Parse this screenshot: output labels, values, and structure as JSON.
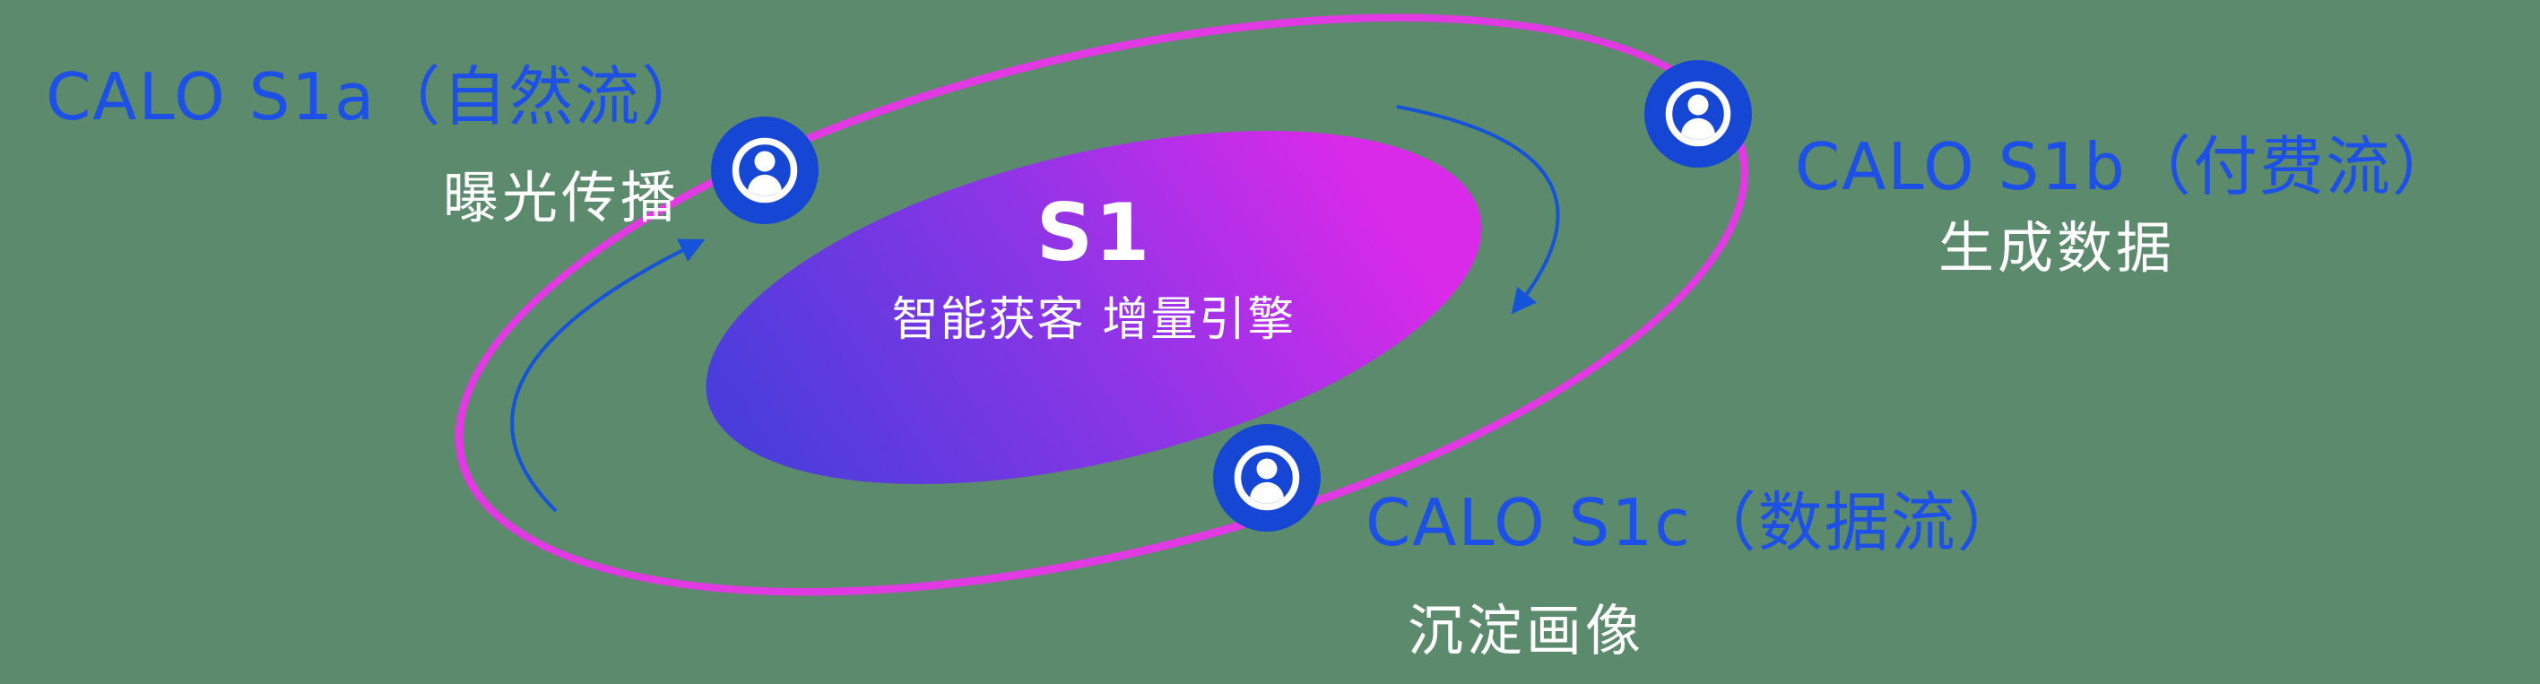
{
  "core": {
    "title": "S1",
    "subtitle": "智能获客  增量引擎"
  },
  "nodes": [
    {
      "heading": "CALO S1a（自然流）",
      "subtitle": "曝光传播",
      "icon": "person-icon"
    },
    {
      "heading": "CALO S1b（付费流）",
      "subtitle": "生成数据",
      "icon": "person-icon"
    },
    {
      "heading": "CALO S1c（数据流）",
      "subtitle": "沉淀画像",
      "icon": "person-icon"
    }
  ],
  "colors": {
    "background_green": "#5b8a6d",
    "orbit_magenta": "#e23ae2",
    "core_grad_start": "#4a3ddb",
    "core_grad_mid": "#8c35e6",
    "core_grad_end": "#d92ae9",
    "node_blue": "#1646d4",
    "heading_blue": "#1d50e6",
    "arrow_blue": "#1554d8",
    "text_white": "#ffffff"
  }
}
